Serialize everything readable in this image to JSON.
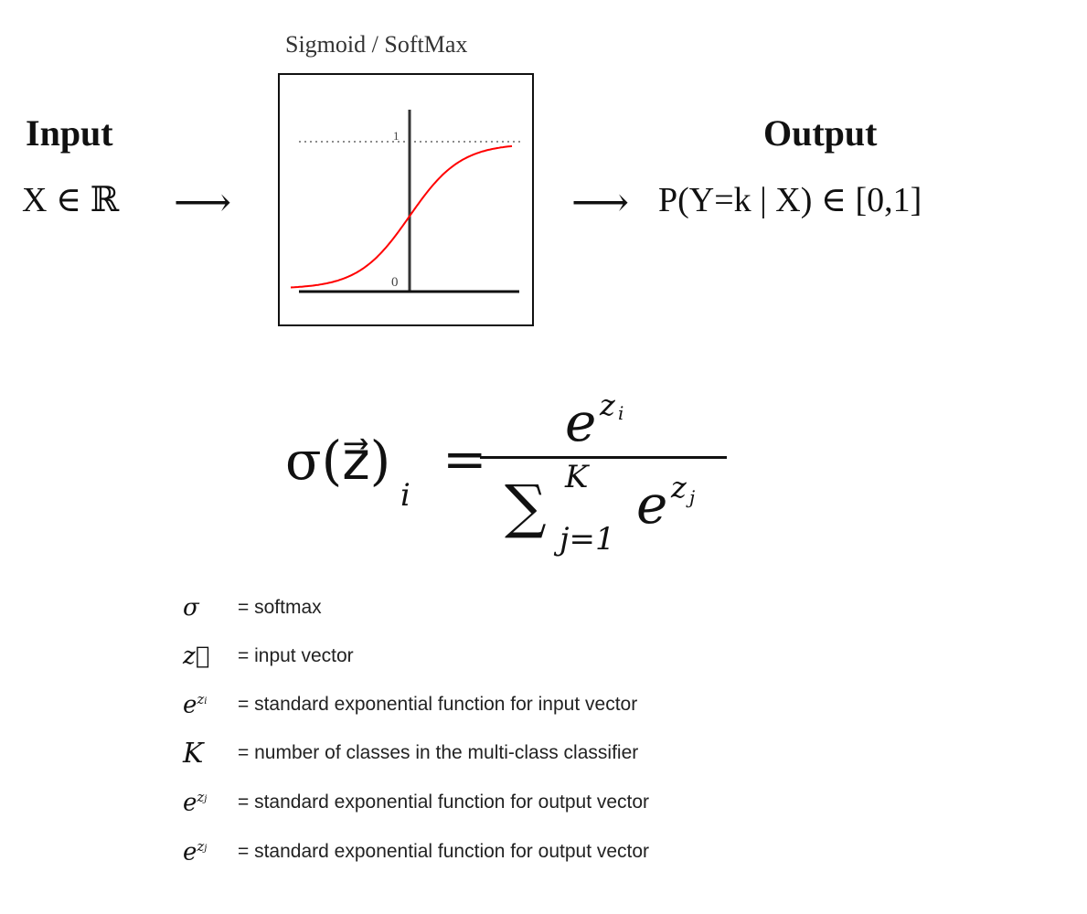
{
  "input": {
    "title": "Input",
    "expression": "X ∈ ℝ"
  },
  "arrows": {
    "left": "⟶",
    "right": "⟶"
  },
  "sigmoid_box": {
    "title": "Sigmoid / SoftMax",
    "y_tick_top": "1",
    "y_tick_bottom": "0",
    "curve_color": "#ff0000"
  },
  "output": {
    "title": "Output",
    "expression": "P(Y=k | X) ∈ [0,1]"
  },
  "formula": {
    "lhs": "σ(z⃗)",
    "lhs_sub": "i",
    "equals": "=",
    "num_base": "e",
    "num_exp": "z",
    "num_exp_sub": "i",
    "sum": "∑",
    "sum_upper": "K",
    "sum_lower": "j=1",
    "den_base": "e",
    "den_exp": "z",
    "den_exp_sub": "j"
  },
  "legend": [
    {
      "symbol": "σ",
      "sup": "",
      "text": "= softmax"
    },
    {
      "symbol": "z⃗",
      "sup": "",
      "text": "= input vector"
    },
    {
      "symbol": "e",
      "sup": "zi",
      "text": "= standard exponential function for input vector"
    },
    {
      "symbol": "K",
      "sup": "",
      "text": "= number of classes in the multi-class classifier"
    },
    {
      "symbol": "e",
      "sup": "zj",
      "text": "= standard exponential function for output vector"
    },
    {
      "symbol": "e",
      "sup": "zj",
      "text": "= standard exponential function for output vector"
    }
  ]
}
